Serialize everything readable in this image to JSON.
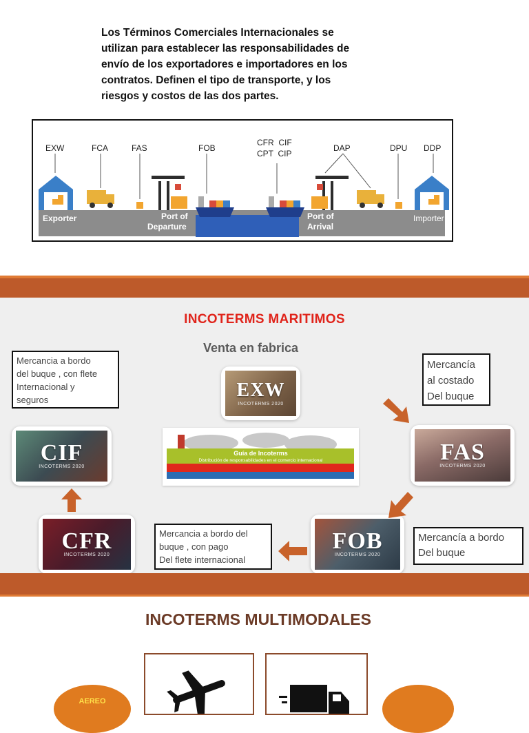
{
  "intro": {
    "lines": [
      "Los Términos Comerciales Internacionales se",
      "utilizan para establecer las responsabilidades de",
      "envío de los exportadores e importadores en los",
      "contratos. Definen el tipo de transporte, y los",
      "riesgos y costos de las dos partes."
    ]
  },
  "diagram": {
    "terms": {
      "exw": "EXW",
      "fca": "FCA",
      "fas": "FAS",
      "fob": "FOB",
      "cfr_cif": "CFR  CIF",
      "cpt_cip": "CPT  CIP",
      "dap": "DAP",
      "dpu": "DPU",
      "ddp": "DDP"
    },
    "ground": {
      "exporter": "Exporter",
      "port_departure_1": "Port of",
      "port_departure_2": "Departure",
      "port_arrival_1": "Port of",
      "port_arrival_2": "Arrival",
      "importer": "Importer"
    },
    "colors": {
      "ground": "#8c8c8c",
      "sea": "#2f5fb8",
      "warehouse": "#3a7fc8",
      "truck": "#e9b13a",
      "crane": "#2d2d2d"
    }
  },
  "maritime": {
    "title": "INCOTERMS MARITIMOS",
    "subtitle": "Venta en fabrica",
    "notes": {
      "cif": [
        "Mercancia a bordo",
        "del buque , con flete",
        "Internacional y",
        "seguros"
      ],
      "fas": [
        "Mercancía",
        "al costado",
        "Del buque"
      ],
      "fob": [
        "Mercancía a bordo",
        "Del buque"
      ],
      "cfr": [
        "Mercancia a bordo del",
        "buque , con pago",
        "Del flete internacional"
      ]
    },
    "tiles": {
      "exw": {
        "title": "EXW",
        "caption": "INCOTERMS 2020"
      },
      "fas": {
        "title": "FAS",
        "caption": "INCOTERMS 2020"
      },
      "cif": {
        "title": "CIF",
        "caption": "INCOTERMS 2020"
      },
      "cfr": {
        "title": "CFR",
        "caption": "INCOTERMS 2020"
      },
      "fob": {
        "title": "FOB",
        "caption": "INCOTERMS 2020"
      }
    },
    "guide": {
      "title": "Guía de Incoterms",
      "subtitle": "Distribución de responsabilidades en el comercio internacional"
    },
    "colors": {
      "band": "#bd5a2a",
      "band_accent": "#e07b35",
      "title": "#e0241b",
      "arrow": "#c8622a"
    }
  },
  "multimodal": {
    "title": "INCOTERMS MULTIMODALES",
    "oval_left_label": "AEREO",
    "icons": [
      "airplane-icon",
      "truck-icon"
    ],
    "colors": {
      "oval": "#e07b1f",
      "box_border": "#8b4a2b"
    }
  }
}
